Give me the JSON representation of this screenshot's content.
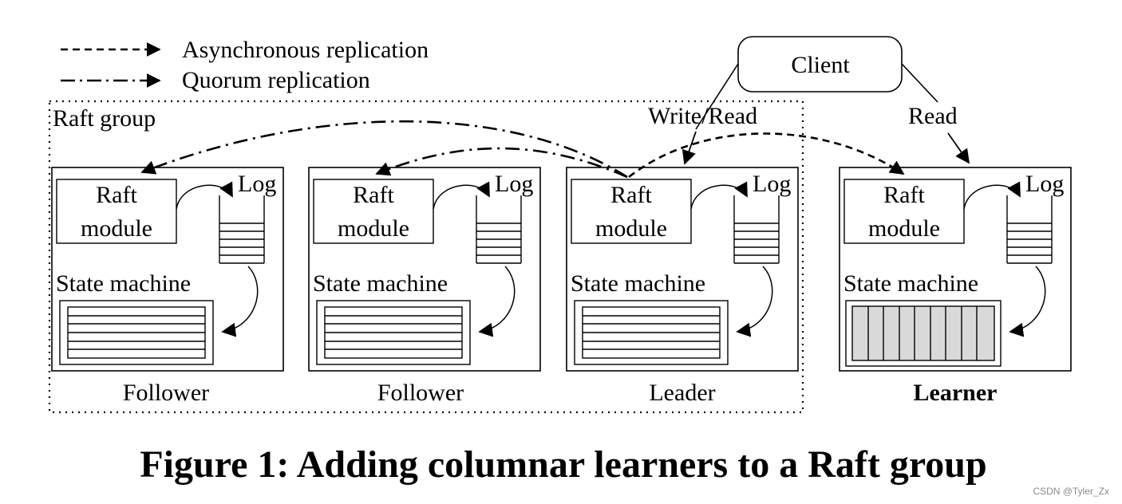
{
  "legend": {
    "async_label": "Asynchronous replication",
    "quorum_label": "Quorum replication"
  },
  "group_label": "Raft group",
  "client": {
    "label": "Client",
    "write_read_label": "Write/Read",
    "read_label": "Read"
  },
  "nodes": [
    {
      "role": "Follower",
      "module_line1": "Raft",
      "module_line2": "module",
      "log_label": "Log",
      "state_label": "State machine",
      "storage": "row"
    },
    {
      "role": "Follower",
      "module_line1": "Raft",
      "module_line2": "module",
      "log_label": "Log",
      "state_label": "State machine",
      "storage": "row"
    },
    {
      "role": "Leader",
      "module_line1": "Raft",
      "module_line2": "module",
      "log_label": "Log",
      "state_label": "State machine",
      "storage": "row"
    },
    {
      "role": "Learner",
      "module_line1": "Raft",
      "module_line2": "module",
      "log_label": "Log",
      "state_label": "State machine",
      "storage": "columnar"
    }
  ],
  "caption": "Figure 1: Adding columnar learners to a Raft group",
  "watermark": "CSDN @Tyler_Zx",
  "colors": {
    "ink": "#000000",
    "columnar_fill": "#d9d9d9",
    "watermark": "#8a8a8a"
  }
}
